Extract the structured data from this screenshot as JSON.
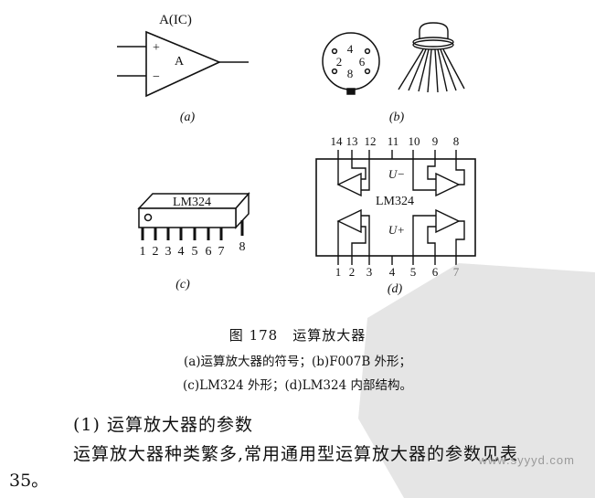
{
  "figure": {
    "a": {
      "chip_label": "A(IC)",
      "amp_label": "A",
      "plus": "+",
      "minus": "−",
      "sub_label": "(a)"
    },
    "b": {
      "pin_numbers": [
        "4",
        "2",
        "6",
        "8"
      ],
      "sub_label": "(b)"
    },
    "c": {
      "chip_text": "LM324",
      "pins": [
        "1",
        "2",
        "3",
        "4",
        "5",
        "6",
        "7",
        "8"
      ],
      "sub_label": "(c)"
    },
    "d": {
      "top_pins": [
        "14",
        "13",
        "12",
        "11",
        "10",
        "9",
        "8"
      ],
      "bottom_pins": [
        "1",
        "2",
        "3",
        "4",
        "5",
        "6",
        "7"
      ],
      "label_vminus": "U−",
      "label_vplus": "U+",
      "chip_text": "LM324",
      "sub_label": "(d)"
    },
    "caption_title": "图 178　运算放大器",
    "caption_line1": "(a)运算放大器的符号；(b)F007B 外形；",
    "caption_line2": "(c)LM324 外形；(d)LM324 内部结构。"
  },
  "text": {
    "heading": "(1) 运算放大器的参数",
    "para_line1": "运算放大器种类繁多,常用通用型运算放大器的参数见表",
    "para_line2": "35。"
  },
  "watermark": "www.syyyd.com"
}
